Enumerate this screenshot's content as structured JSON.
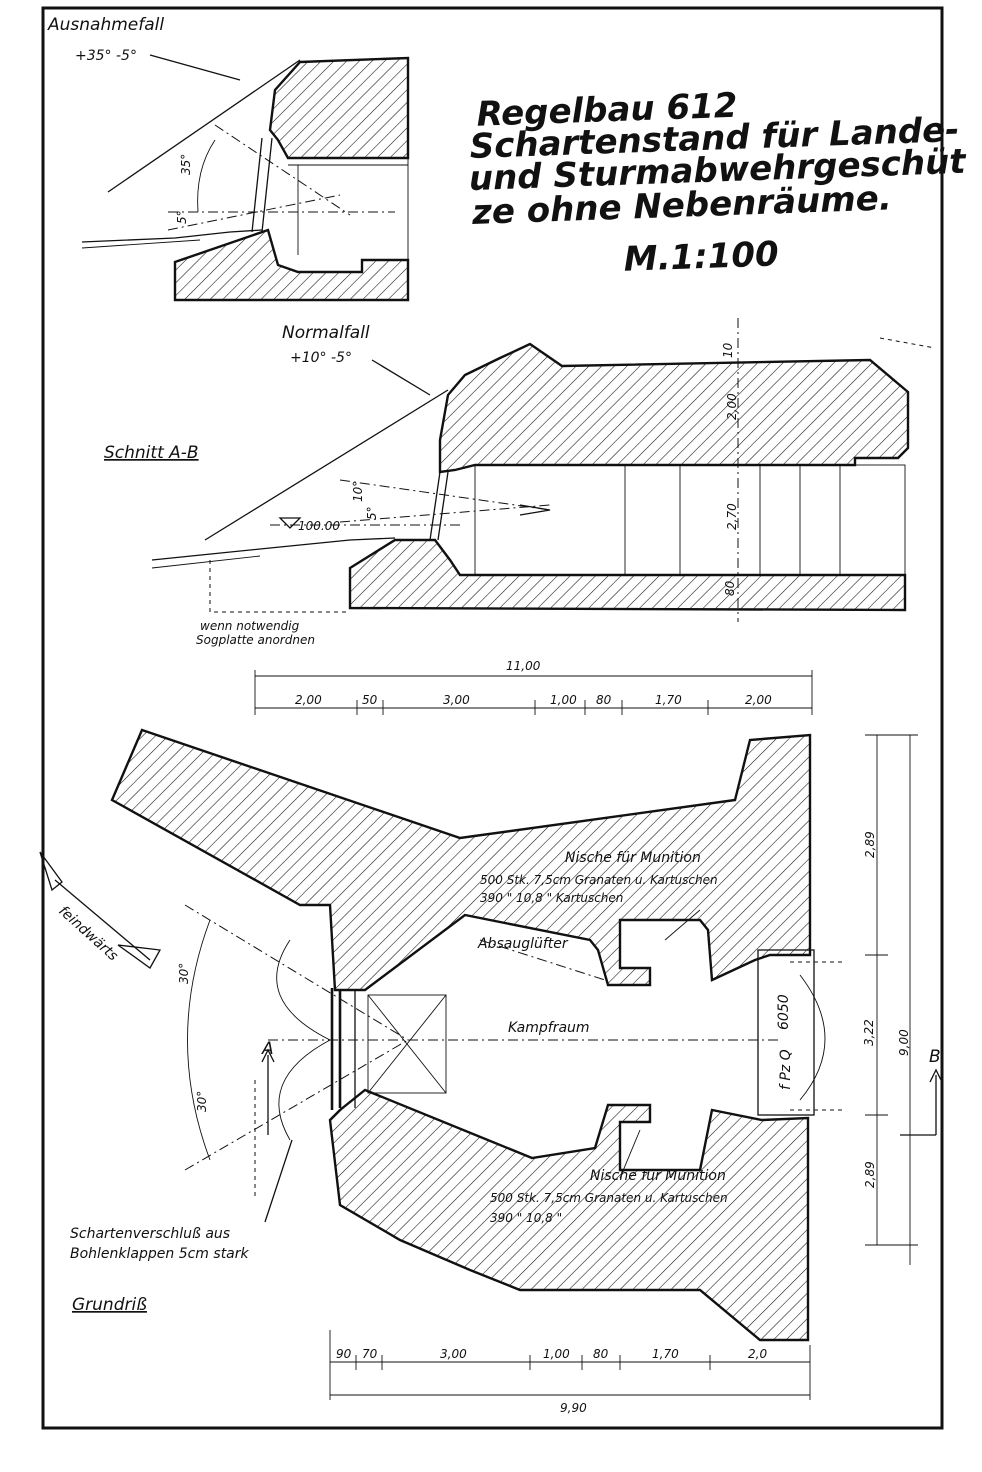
{
  "title": {
    "line1": "Regelbau 612",
    "line2": "Schartenstand für Lande-",
    "line3": "und Sturmabwehrgeschüt",
    "line4": "ze ohne Nebenräume."
  },
  "scale": "M.1:100",
  "detail_exception": {
    "label": "Ausnahmefall",
    "angles": "+35° -5°",
    "angle_up": "35°",
    "angle_down": "5°"
  },
  "section": {
    "label": "Schnitt A-B",
    "normal_case": "Normalfall",
    "normal_angles": "+10° -5°",
    "angle_up": "10°",
    "angle_down": "5°",
    "level": "100.00",
    "dim_top": "10",
    "dim_roof": "2,00",
    "dim_room": "2,70",
    "dim_floor": "80",
    "note_line1": "wenn notwendig",
    "note_line2": "Sogplatte anordnen"
  },
  "plan": {
    "label": "Grundriß",
    "dim_total_top": "11,00",
    "dims_top": [
      "2,00",
      "50",
      "3,00",
      "1,00",
      "80",
      "1,70",
      "2,00"
    ],
    "dims_bottom": [
      "90",
      "70",
      "3,00",
      "1,00",
      "80",
      "1,70",
      "2,0"
    ],
    "dim_total_bottom": "9,90",
    "dims_right": [
      "2,89",
      "3,22",
      "2,89"
    ],
    "dim_right_total": "9,00",
    "marker_b": "B",
    "marker_a": "A",
    "direction": "feindwärts",
    "niche_top_title": "Nische für Munition",
    "niche_top_line1": "500 Stk. 7,5cm Granaten u. Kartuschen",
    "niche_top_line2": "390 \" 10,8 \" Kartuschen",
    "niche_bottom_title": "Nische für Munition",
    "niche_bottom_line1": "500 Stk. 7,5cm Granaten u. Kartuschen",
    "niche_bottom_line2": "390 \" 10,8 \"",
    "vent": "Absauglüfter",
    "room": "Kampfraum",
    "door_code1": "6050",
    "door_code2": "f Pz Q",
    "angle_left_top": "30°",
    "angle_left_bottom": "30°",
    "shutter_line1": "Schartenverschluß aus",
    "shutter_line2": "Bohlenklappen 5cm stark"
  }
}
